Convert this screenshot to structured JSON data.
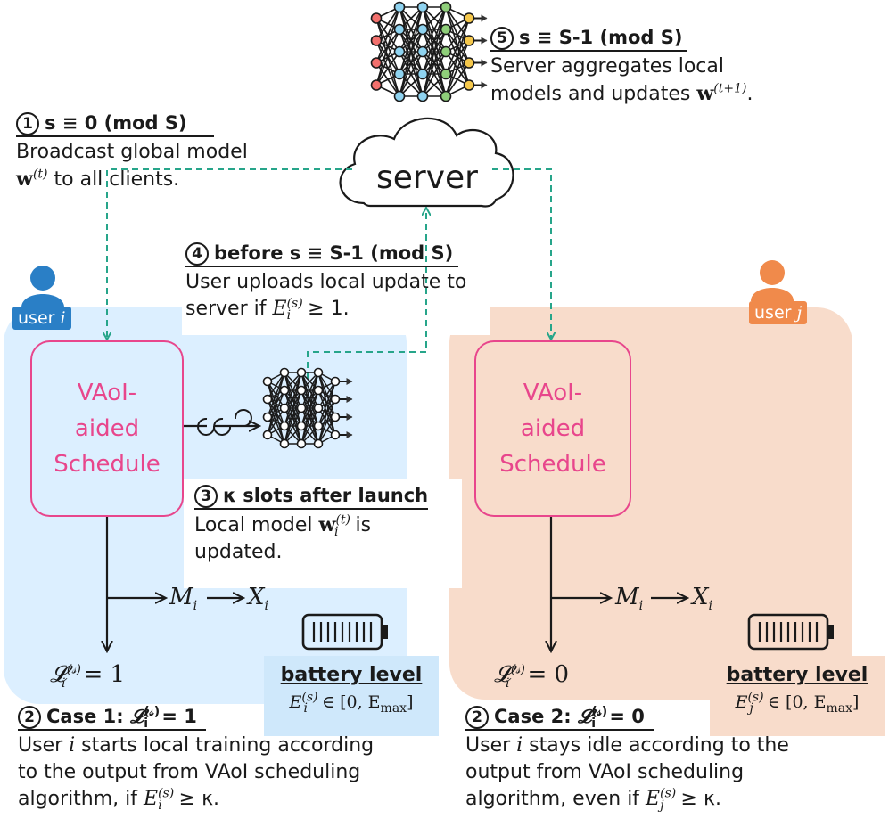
{
  "server_label": "server",
  "step1": {
    "num": "1",
    "header": "s ≡ 0 (mod S)",
    "line1": "Broadcast global model",
    "line2_math": "w",
    "line2_sup": "(t)",
    "line2_rest": " to all clients."
  },
  "step5": {
    "num": "5",
    "header": "s ≡ S-1 (mod S)",
    "line1": "Server aggregates local",
    "line2": "models and updates ",
    "line2_math": "w",
    "line2_sup": "(t+1)",
    "line2_end": "."
  },
  "step4": {
    "num": "4",
    "header": "before s ≡ S-1 (mod S)",
    "line1": "User uploads local update to",
    "line2": "server if ",
    "line2_math": "E",
    "line2_sub": "i",
    "line2_sup": "(s)",
    "line2_rest": " ≥ 1."
  },
  "step3": {
    "num": "3",
    "header": "κ slots after launch",
    "line1": "Local model ",
    "line1_math": "w",
    "line1_sub": "i",
    "line1_sup": "(t)",
    "line1_rest": " is",
    "line2": "updated."
  },
  "user_i": {
    "badge_text": "user ",
    "badge_math": "i",
    "color": "#2a7fc6",
    "panel_color": "#dcefff"
  },
  "user_j": {
    "badge_text": "user ",
    "badge_math": "j",
    "color": "#f08a4b",
    "panel_color": "#f8dccb"
  },
  "schedule_label_lines": [
    "VAoI-",
    "aided",
    "Schedule"
  ],
  "flow_i": {
    "m": "M",
    "m_sub": "i",
    "x": "X",
    "x_sub": "i",
    "l_value": "= 1",
    "l_sub": "i",
    "l_sup": "(𝓈)"
  },
  "flow_j": {
    "m": "M",
    "m_sub": "i",
    "x": "X",
    "x_sub": "i",
    "l_value": "= 0",
    "l_sub": "i",
    "l_sup": "(𝓈)"
  },
  "battery_i": {
    "title": "battery level",
    "math": "E",
    "sub": "i",
    "sup": "(s)",
    "rest": " ∈ [0, E",
    "rest_sub": "max",
    "end": "]"
  },
  "battery_j": {
    "title": "battery level",
    "math": "E",
    "sub": "j",
    "sup": "(s)",
    "rest": " ∈ [0, E",
    "rest_sub": "max",
    "end": "]"
  },
  "case1": {
    "num": "2",
    "header_pre": "Case 1: ",
    "header_math": "𝓛",
    "header_sub": "i",
    "header_sup": "(𝓈)",
    "header_post": " = 1",
    "line1": "User ",
    "line1_math": "i",
    "line1_rest": " starts local training according",
    "line2": "to the output from VAoI scheduling",
    "line3": "algorithm, if ",
    "line3_math": "E",
    "line3_sub": "i",
    "line3_sup": "(s)",
    "line3_rest": " ≥ κ."
  },
  "case2": {
    "num": "2",
    "header_pre": "Case 2: ",
    "header_math": "𝓛",
    "header_sub": "i",
    "header_sup": "(𝓈)",
    "header_post": " = 0",
    "line1": "User ",
    "line1_math": "i",
    "line1_rest": " stays idle according to the",
    "line2": "output from VAoI scheduling",
    "line3": "algorithm, even if ",
    "line3_math": "E",
    "line3_sub": "j",
    "line3_sup": "(s)",
    "line3_rest": " ≥ κ."
  },
  "colors": {
    "arrow_dashed": "#27a58a",
    "schedule": "#e8468c",
    "nn_red": "#f2706d",
    "nn_blue": "#8fd3f0",
    "nn_green": "#8fcf7a",
    "nn_yellow": "#f5c84c"
  }
}
